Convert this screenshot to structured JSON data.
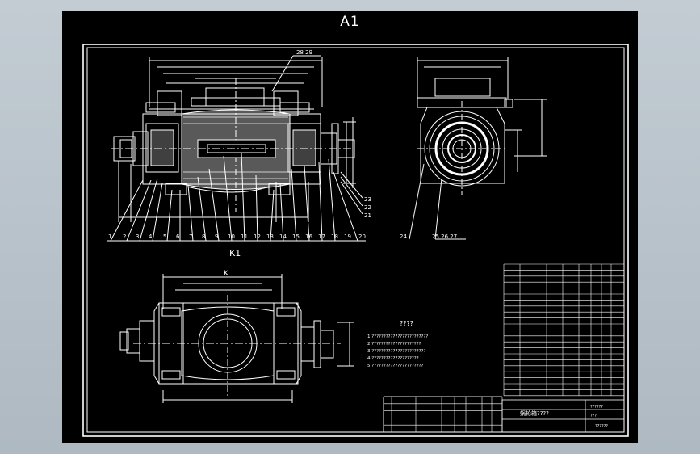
{
  "sheet": {
    "size_label": "A1",
    "colors": {
      "background": "#000000",
      "line": "#ffffff",
      "frame": "#ffffff",
      "surround": "#b9c4cc"
    }
  },
  "views": {
    "section_label": "K1",
    "top_view_label": "K",
    "side_view_marker": "K"
  },
  "balloons": {
    "bottom_row": [
      "1",
      "2",
      "3",
      "4",
      "5",
      "6",
      "7",
      "8",
      "9",
      "10",
      "11",
      "12",
      "13",
      "14",
      "15",
      "16",
      "17",
      "18",
      "19",
      "20"
    ],
    "top_callout": "28 29",
    "right_stack": [
      "23",
      "22",
      "21"
    ],
    "side_view": [
      "24",
      "25 26 27"
    ]
  },
  "technical_requirements": {
    "title": "????",
    "lines": [
      "1.????????????????????????",
      "2.?????????????????????",
      "3.???????????????????????",
      "4.????????????????????",
      "5.??????????????????????"
    ]
  },
  "title_block": {
    "drawing_name": "蜗轮箱????",
    "material_note": "????",
    "scale_note": "??",
    "sheet_no": "??",
    "maker": "???",
    "code": "??????",
    "drawing_number": "??????"
  },
  "parts_list": {
    "row_count": 29,
    "upper_rows": 22,
    "lower_rows": 5
  }
}
